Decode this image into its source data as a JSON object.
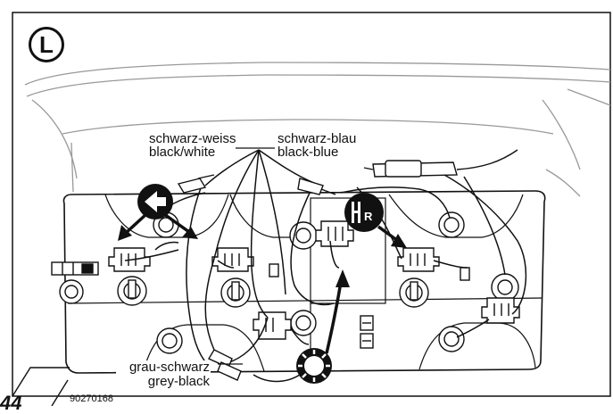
{
  "side_badge": "L",
  "labels": {
    "wire_1_de": "schwarz-weiss",
    "wire_1_en": "black/white",
    "wire_2_de": "schwarz-blau",
    "wire_2_en": "black-blue",
    "wire_3_de": "grau-schwarz",
    "wire_3_en": "grey-black"
  },
  "figure_number": "90270168",
  "page_number": "44"
}
